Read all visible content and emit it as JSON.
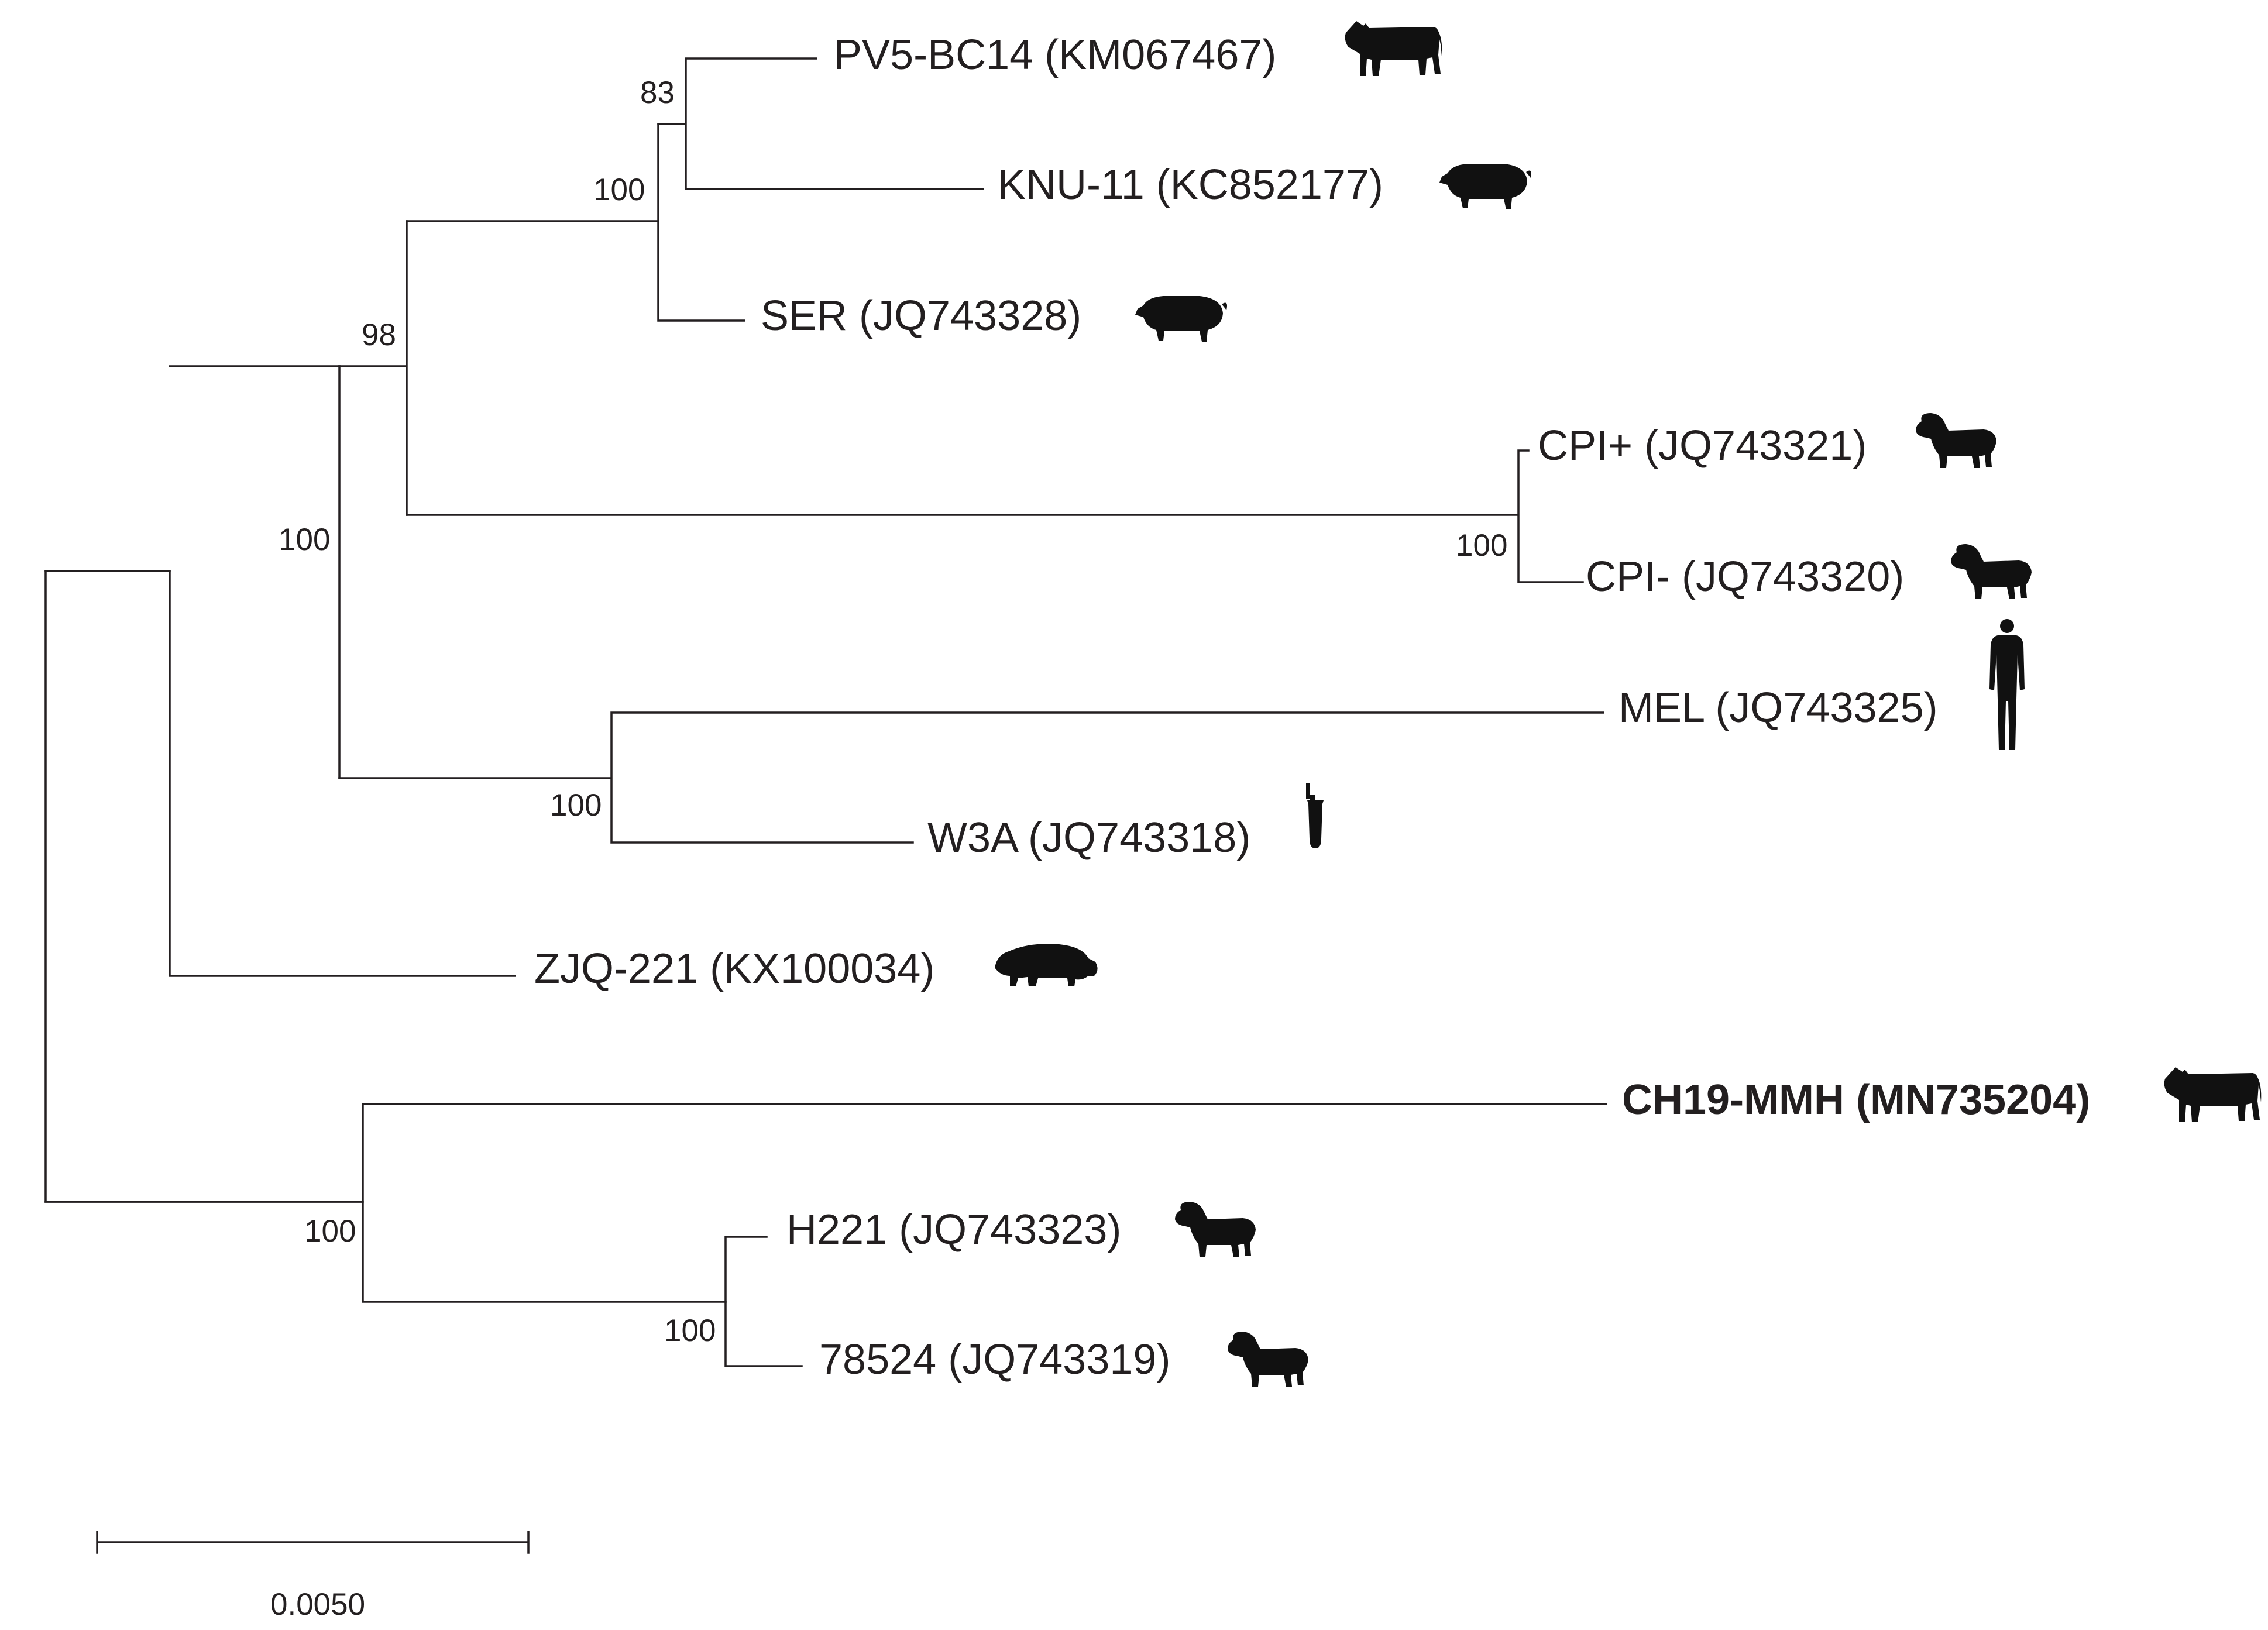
{
  "taxa": [
    {
      "label": "PV5-BC14 (KM067467)",
      "host_icon": "cow-icon",
      "bold": false
    },
    {
      "label": "KNU-11 (KC852177)",
      "host_icon": "pig-icon",
      "bold": false
    },
    {
      "label": "SER (JQ743328)",
      "host_icon": "pig-icon",
      "bold": false
    },
    {
      "label": "CPI+ (JQ743321)",
      "host_icon": "dog-icon",
      "bold": false
    },
    {
      "label": "CPI- (JQ743320)",
      "host_icon": "dog-icon",
      "bold": false
    },
    {
      "label": "MEL (JQ743325)",
      "host_icon": "human-icon",
      "bold": false
    },
    {
      "label": "W3A (JQ743318)",
      "host_icon": "tube-icon",
      "bold": false
    },
    {
      "label": "ZJQ-221 (KX100034)",
      "host_icon": "badger-icon",
      "bold": false
    },
    {
      "label": "CH19-MMH (MN735204)",
      "host_icon": "cow-icon",
      "bold": true
    },
    {
      "label": "H221 (JQ743323)",
      "host_icon": "dog-icon",
      "bold": false
    },
    {
      "label": "78524 (JQ743319)",
      "host_icon": "dog-icon",
      "bold": false
    }
  ],
  "bootstrap": [
    {
      "node": "PV5-BC14+KNU-11",
      "value": "83"
    },
    {
      "node": "PV5-BC14+KNU-11+SER",
      "value": "100"
    },
    {
      "node": "pig-cow clade+CPI",
      "value": "98"
    },
    {
      "node": "CPI+ / CPI-",
      "value": "100"
    },
    {
      "node": "upper ingroup",
      "value": "100"
    },
    {
      "node": "MEL+W3A",
      "value": "100"
    },
    {
      "node": "CH19-MMH+H221+78524",
      "value": "100"
    },
    {
      "node": "H221+78524",
      "value": "100"
    }
  ],
  "scale_bar": {
    "label": "0.0050"
  }
}
